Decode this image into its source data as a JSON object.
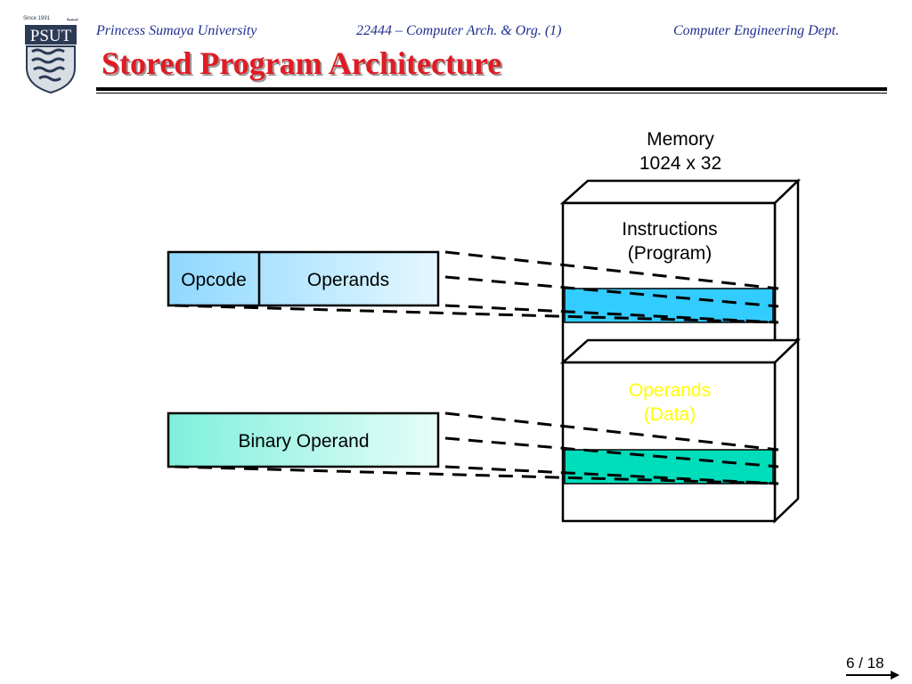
{
  "header": {
    "university": "Princess Sumaya University",
    "course": "22444 – Computer Arch. & Org. (1)",
    "department": "Computer Engineering Dept.",
    "title": "Stored Program Architecture"
  },
  "logo": {
    "since": "Since 1991",
    "text": "PSUT"
  },
  "diagram": {
    "memory_label": "Memory",
    "memory_size": "1024 x 32",
    "instructions_line1": "Instructions",
    "instructions_line2": "(Program)",
    "operands_line1": "Operands",
    "operands_line2": "(Data)",
    "instruction_opcode": "Opcode",
    "instruction_operands": "Operands",
    "binary_operand": "Binary Operand"
  },
  "colors": {
    "title": "#e01b24",
    "header_text": "#1f2f8f",
    "instruction_row": "#33ccff",
    "data_row": "#00ddbb",
    "data_label": "#ffff00"
  },
  "footer": {
    "page": "6 / 18"
  }
}
